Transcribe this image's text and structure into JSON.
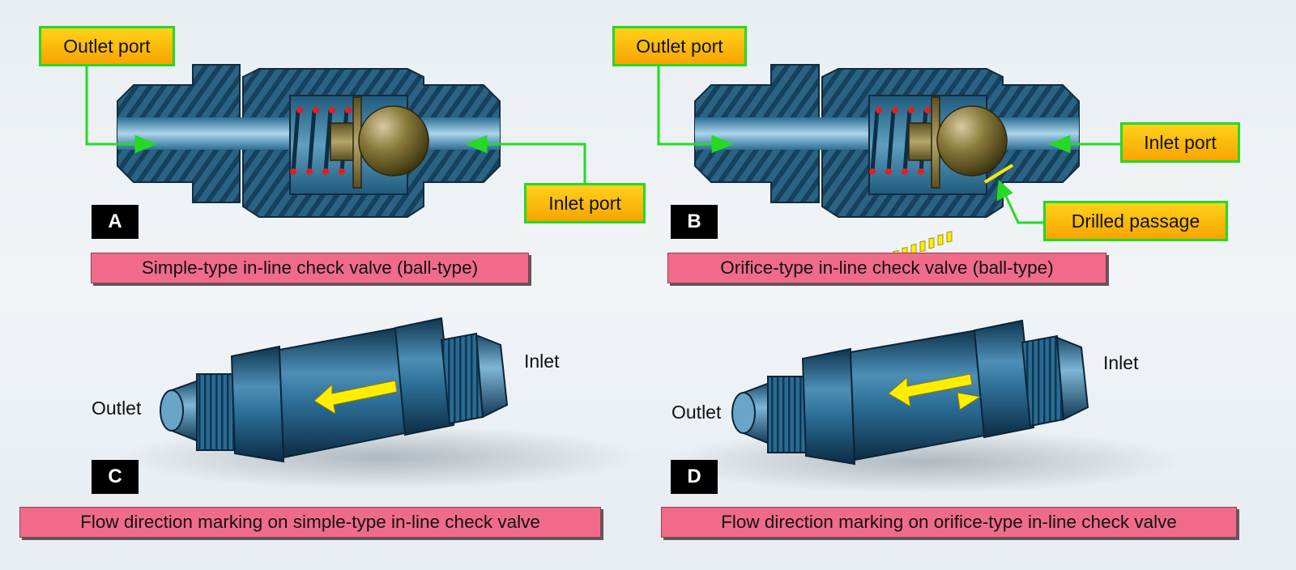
{
  "panels": {
    "a": {
      "badge": "A",
      "caption": "Simple-type in-line check valve (ball-type)",
      "outlet_label": "Outlet port",
      "inlet_label": "Inlet port"
    },
    "b": {
      "badge": "B",
      "caption": "Orifice-type in-line check valve (ball-type)",
      "outlet_label": "Outlet port",
      "inlet_label": "Inlet port",
      "passage_label": "Drilled passage"
    },
    "c": {
      "badge": "C",
      "caption": "Flow direction marking on simple-type in-line check valve",
      "outlet_label": "Outlet",
      "inlet_label": "Inlet"
    },
    "d": {
      "badge": "D",
      "caption": "Flow direction marking on orifice-type in-line check valve",
      "outlet_label": "Outlet",
      "inlet_label": "Inlet"
    }
  },
  "colors": {
    "callout_fill": "#f7b500",
    "callout_border": "#25d925",
    "leader_line": "#25d925",
    "caption_fill": "#f06b8a",
    "metal": "#1f5a7c",
    "ball": "#8a7a3a",
    "flow_arrow": "#ffee00"
  }
}
